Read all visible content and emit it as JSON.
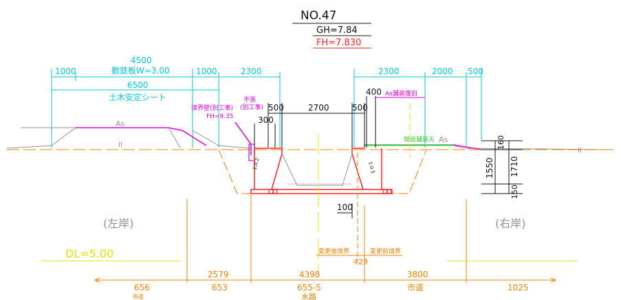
{
  "header": {
    "section": "NO.47",
    "gh": "GH=7.84",
    "fh": "FH=7.830"
  },
  "top_dims_left": {
    "d1": "1000",
    "d2": "4500",
    "d2_label": "敷鉄板W=3.00",
    "d3": "1000",
    "d4": "2300",
    "d5": "6500",
    "d5_label": "土木安定シート"
  },
  "top_dims_right": {
    "d1": "2300",
    "d2": "2000",
    "d3": "500",
    "d4": "400",
    "d4_label": "As舗装復旧"
  },
  "notes": {
    "boundary_wall": "境界壁(別工事)",
    "boundary_fh": "FH=9.35",
    "heichou": "平張",
    "heichou_sub": "(別工事)",
    "existing_pave": "既設舗装天",
    "as_left": "As",
    "as_right": "As",
    "h_mark_left": "II",
    "h_mark_right": "II"
  },
  "structure_dims": {
    "wall_l": "500",
    "inner": "2700",
    "wall_r": "500",
    "gap": "300",
    "bottom": "100",
    "slope_l": "1:0.2",
    "slope_r": "1:0.5"
  },
  "right_dims": {
    "top": "160",
    "h1": "1550",
    "h2": "1710",
    "base": "150"
  },
  "banks": {
    "left": "(左岸)",
    "right": "(右岸)"
  },
  "datum": "DL=5.00",
  "boundaries": {
    "after": "変更後境界",
    "before": "変更前境界",
    "offset": "429"
  },
  "bottom_dims": {
    "b1": "656",
    "b1_sub": "市道",
    "b2": "2579",
    "b2_sub": "653",
    "b3": "4398",
    "b3_sub": "655-5",
    "b3_sub2": "水路",
    "b4": "3800",
    "b4_sub": "市道",
    "b5": "1025"
  },
  "colors": {
    "dim": "#00c8e0",
    "mag": "#e000e0",
    "org": "#f08000",
    "red": "#ff2020",
    "grn": "#30d030",
    "yel": "#e8e000"
  }
}
